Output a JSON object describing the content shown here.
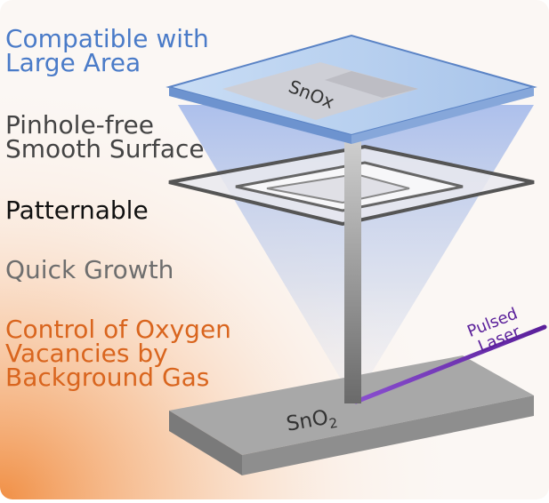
{
  "colors": {
    "blue": "#4a7bc8",
    "dark_gray": "#444444",
    "black": "#111111",
    "gray": "#6e6e6e",
    "orange": "#d9651e",
    "laser": "#6a2da8"
  },
  "features": {
    "area": [
      "Compatible with",
      "Large Area"
    ],
    "surface": [
      "Pinhole-free",
      "Smooth Surface"
    ],
    "pattern": "Patternable",
    "growth": "Quick Growth",
    "oxygen": [
      "Control of Oxygen",
      "Vacancies by",
      "Background Gas"
    ]
  },
  "diagram": {
    "film_label": "SnOx",
    "target_label": "SnO",
    "target_subscript": "2",
    "laser_label": [
      "Pulsed",
      "Laser"
    ]
  }
}
